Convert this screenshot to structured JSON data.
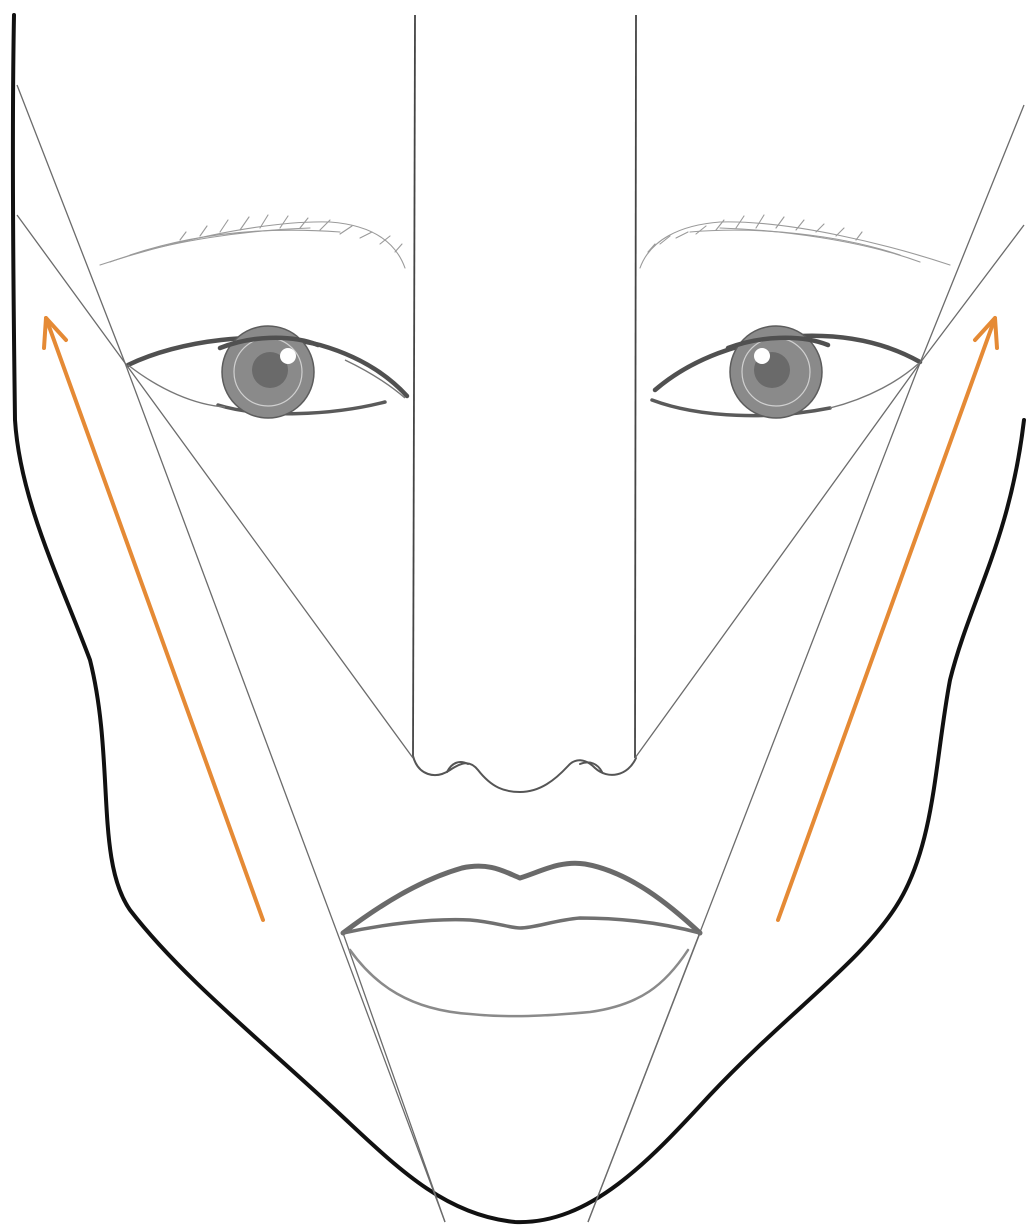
{
  "diagram": {
    "subject": "face-contour-guide",
    "colors": {
      "background": "#ffffff",
      "outline": "#111111",
      "guide_lines": "#6b6b6b",
      "features": "#5a5a5a",
      "arrows": "#e58a35"
    },
    "arrows": [
      {
        "side": "left",
        "direction": "up-and-outward",
        "icon": "arrow-up-left-icon"
      },
      {
        "side": "right",
        "direction": "up-and-outward",
        "icon": "arrow-up-right-icon"
      }
    ]
  }
}
